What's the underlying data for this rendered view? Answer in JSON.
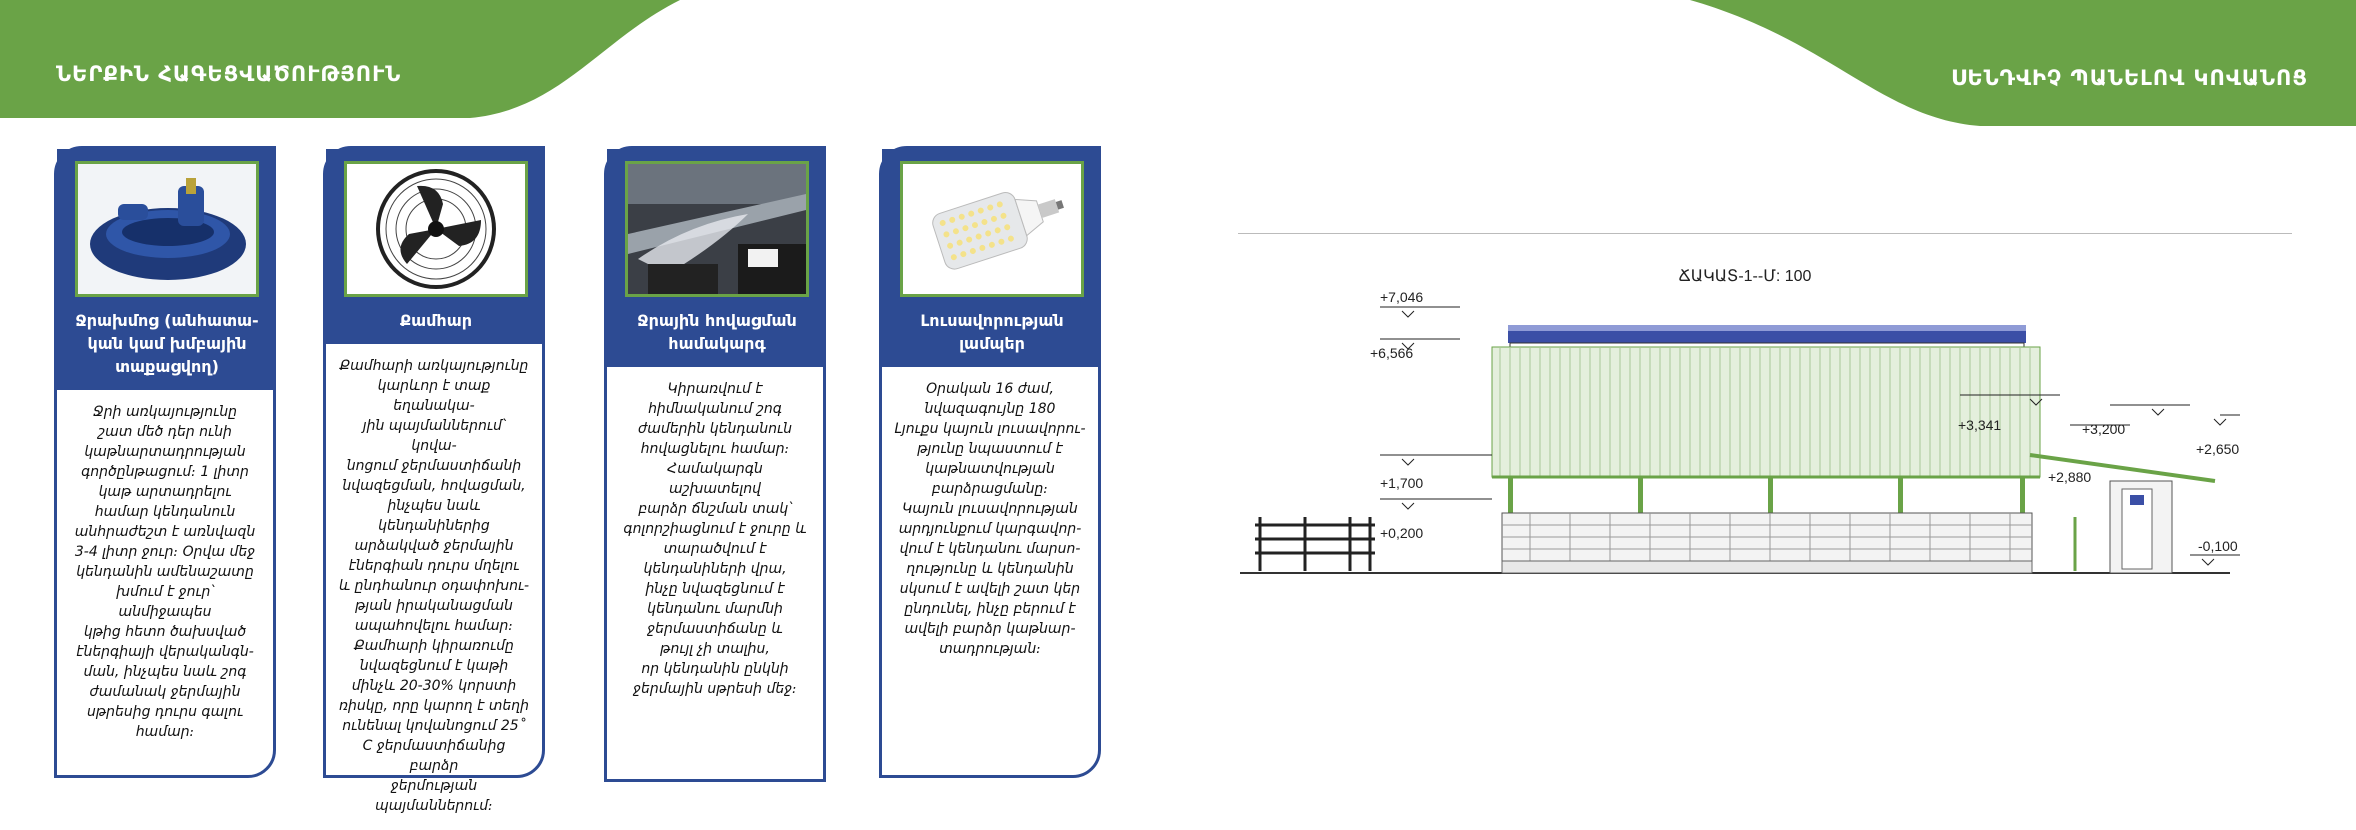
{
  "banners": {
    "left_title": "ՆԵՐՔԻՆ ՀԱԳԵՑՎԱԾՈՒԹՅՈՒՆ",
    "right_title": "ՍԵՆԴՎԻՉ ՊԱՆԵԼՈՎ ԿՈՎԱՆՈՑ",
    "color": "#6aa347"
  },
  "accent_color": "#2d4b93",
  "cards": [
    {
      "title": "Ջրախմոց (անհատա-\nկան կամ խմբային\nտաքացվող)",
      "body": "Ջրի առկայությունը\nշատ մեծ դեր ունի\nկաթնարտադրության\nգործընթացում։ 1 լիտր\nկաթ արտադրելու\nհամար կենդանուն\nանհրաժեշտ է առնվազն\n3-4 լիտր ջուր։ Օրվա մեջ\nկենդանին ամենաշատը\nխմում է ջուր՝ անմիջապես\nկթից հետո ծախսված\nէներգիայի վերականգն-\nման, ինչպես նաև շոգ\nժամանակ ջերմային\nսթրեսից դուրս գալու\nհամար։",
      "icon": "water-bowl-icon"
    },
    {
      "title": "Քամհար",
      "body": "Քամհարի առկայությունը\nկարևոր է տաք եղանակա-\nյին պայմաններում՝ կովա-\nնոցում ջերմաստիճանի\nնվազեցման, հովացման,\nինչպես նաև կենդանիներից\nարձակված ջերմային\nէներգիան դուրս մղելու\nև ընդհանուր օդափոխու-\nթյան իրականացման\nապահովելու համար։\nՔամհարի կիրառումը\nնվազեցնում է կաթի\nմինչև 20-30% կորստի\nռիսկը, որը կարող է տեղի\nունենալ կովանոցում 25˚\nC ջերմաստիճանից բարձր\nջերմության պայմաններում։",
      "icon": "fan-icon"
    },
    {
      "title": "Ջրային հովացման\nհամակարգ",
      "body": "Կիրառվում է\nհիմնականում շոգ\nժամերին կենդանուն\nհովացնելու համար։\nՀամակարգն աշխատելով\nբարձր ճնշման տակ՝\nգոլորշիացնում է ջուրը և\nտարածվում է\nկենդանիների վրա,\nինչը նվազեցնում է\nկենդանու մարմնի\nջերմաստիճանը և\nթույլ չի տալիս,\nոր կենդանին ընկնի\nջերմային սթրեսի մեջ։",
      "icon": "mist-spray-icon"
    },
    {
      "title": "Լուսավորության\nլամպեր",
      "body": "Օրական 16 ժամ,\nնվազագույնը 180\nԼյուքս կայուն լուսավորու-\nթյունը նպաստում է\nկաթնատվության\nբարձրացմանը։\nԿայուն լուսավորության\nարդյունքում կարգավոր-\nվում է կենդանու մարսո-\nղությունը և կենդանին\nսկսում է ավելի շատ կեր\nընդունել, ինչը բերում է\nավելի բարձր կաթնար-\nտադրության։",
      "icon": "led-lamp-icon"
    }
  ],
  "drawing": {
    "scale_label": "ՃԱԿԱՏ-1--Մ: 100",
    "levels": [
      "+7,046",
      "+6,566",
      "+1,700",
      "+0,200",
      "+3,341",
      "+3,200",
      "+2,880",
      "+2,650",
      "-0,100"
    ]
  }
}
